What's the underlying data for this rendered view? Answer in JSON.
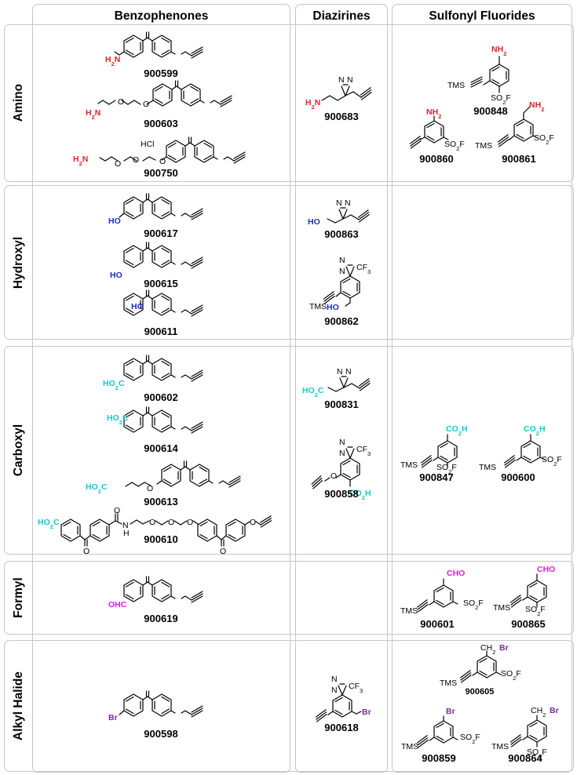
{
  "colors": {
    "amino": "#e8202a",
    "hydroxyl": "#1a2fc8",
    "carboxyl": "#18c8c8",
    "formyl": "#e020e0",
    "alkyl_halide": "#7a2aa0",
    "border": "#c6c6c6"
  },
  "columns": [
    "Benzophenones",
    "Diazirines",
    "Sulfonyl Fluorides"
  ],
  "rows": [
    "Amino",
    "Hydroxyl",
    "Carboxyl",
    "Formyl",
    "Alkyl Halide"
  ],
  "groups": {
    "nh2": "NH2",
    "h2n": "H2N",
    "ho": "HO",
    "co2h": "CO2H",
    "ho2c": "HO2C",
    "cho": "CHO",
    "ohc": "OHC",
    "br": "Br"
  },
  "atoms": {
    "o": "O",
    "n": "N",
    "h": "H",
    "hcl": "HCl",
    "tms": "TMS",
    "so2f": "SO2F",
    "cf3": "CF3",
    "ch2": "CH2"
  },
  "compounds": {
    "c900599": "900599",
    "c900603": "900603",
    "c900750": "900750",
    "c900683": "900683",
    "c900848": "900848",
    "c900860": "900860",
    "c900861": "900861",
    "c900617": "900617",
    "c900615": "900615",
    "c900611": "900611",
    "c900863": "900863",
    "c900862": "900862",
    "c900602": "900602",
    "c900614": "900614",
    "c900613": "900613",
    "c900610": "900610",
    "c900831": "900831",
    "c900858": "900858",
    "c900847": "900847",
    "c900600": "900600",
    "c900619": "900619",
    "c900601": "900601",
    "c900865": "900865",
    "c900598": "900598",
    "c900618": "900618",
    "c900605": "900605",
    "c900859": "900859",
    "c900864": "900864"
  }
}
